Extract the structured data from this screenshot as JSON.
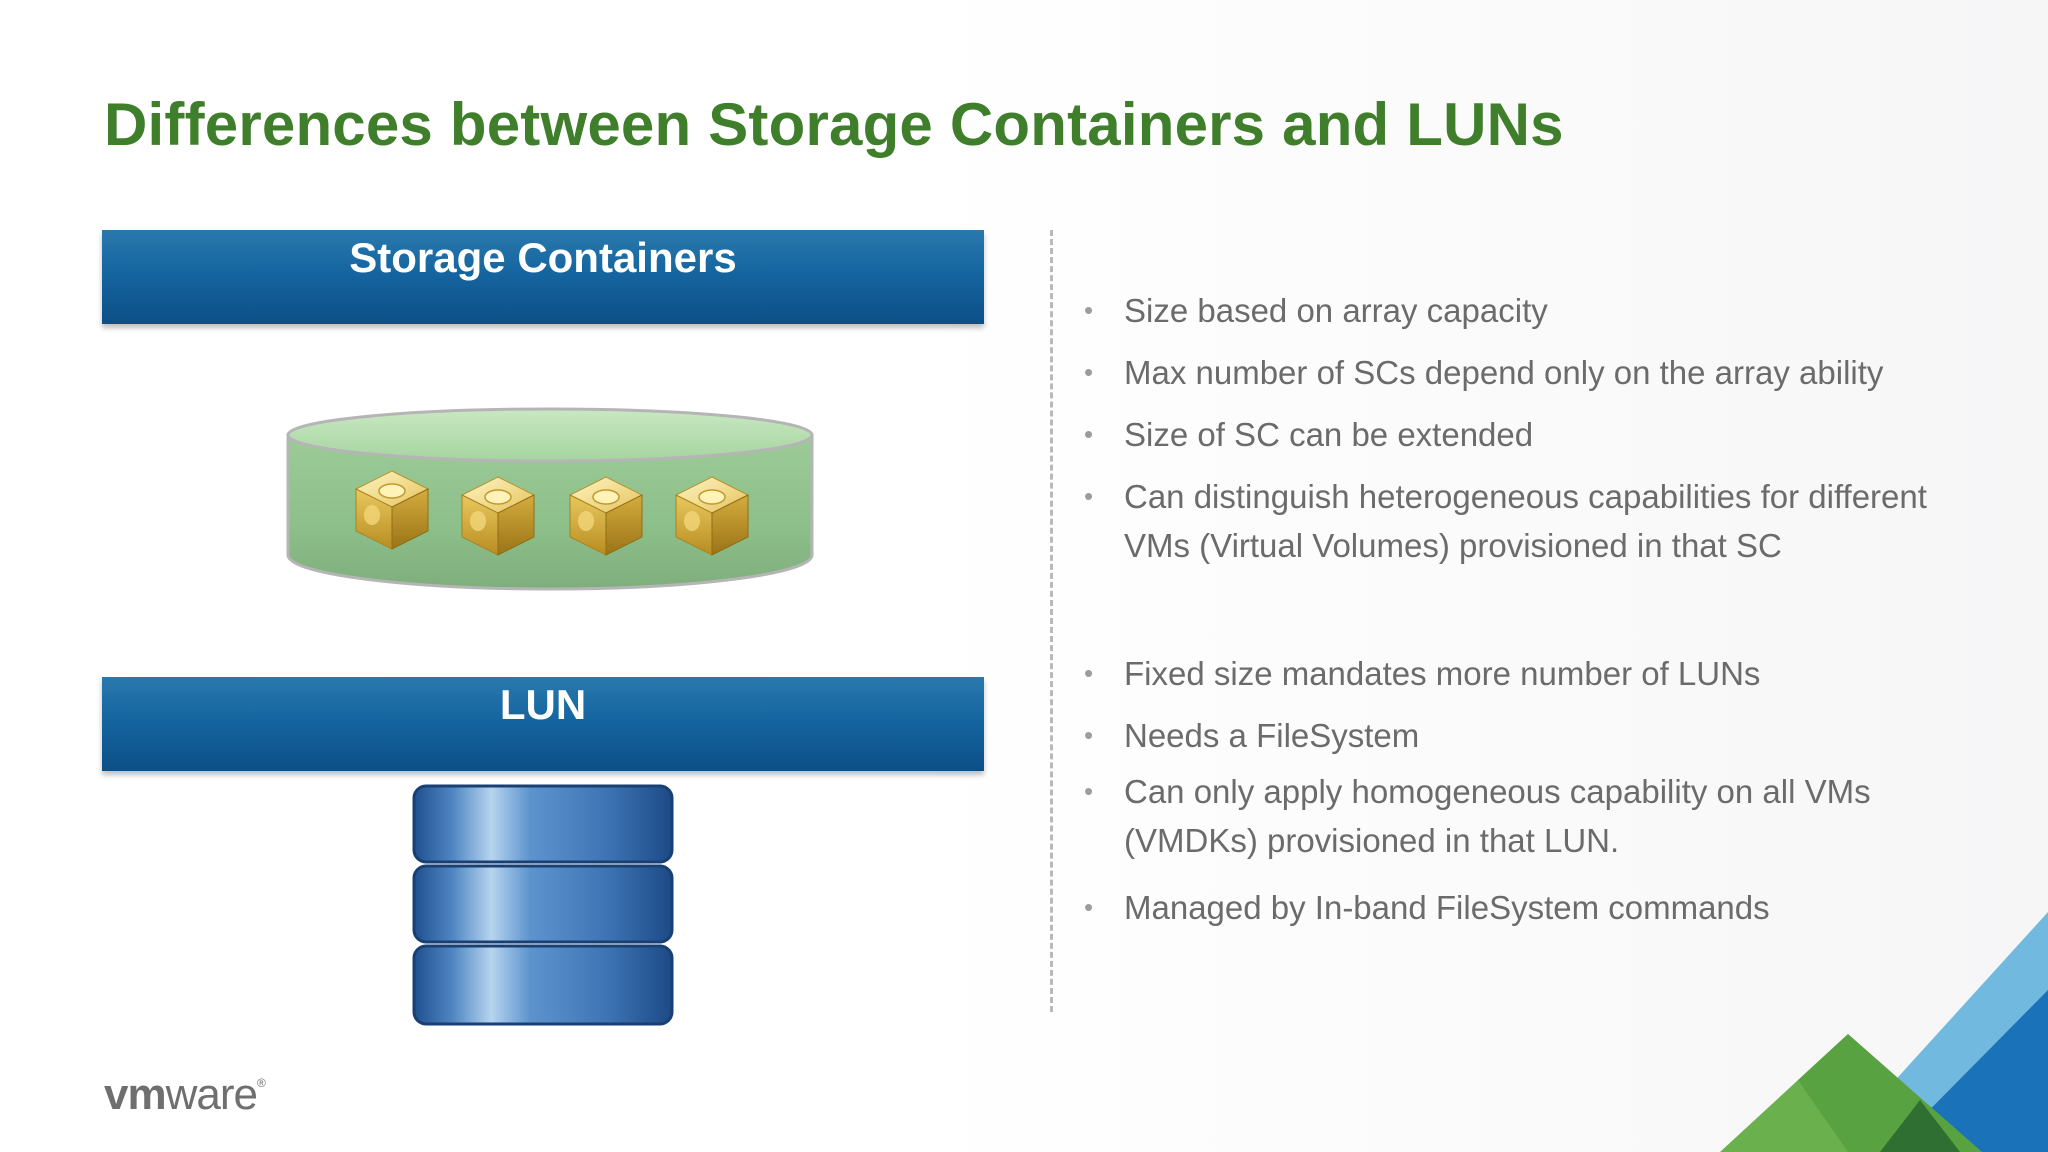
{
  "title": "Differences between Storage Containers and LUNs",
  "storage_containers": {
    "header": "Storage Containers",
    "bullets": [
      "Size based on array capacity",
      "Max number of SCs depend only on the array ability",
      "Size of SC can be extended",
      "Can distinguish heterogeneous capabilities for different VMs (Virtual Volumes) provisioned in that SC"
    ]
  },
  "lun": {
    "header": "LUN",
    "bullets": [
      "Fixed size mandates more number of LUNs",
      "Needs a FileSystem",
      "Can only apply homogeneous capability on all VMs (VMDKs) provisioned in that LUN.",
      "Managed by In-band FileSystem commands"
    ]
  },
  "logo": {
    "bold": "vm",
    "regular": "ware",
    "mark": "®"
  },
  "icons": [
    "storage-container-icon",
    "virtual-volume-icon",
    "lun-disk-stack-icon",
    "bullet-icon"
  ],
  "colors": {
    "title": "#3f7e2a",
    "band": "#1565a0",
    "bullet_text": "#6b6b6b",
    "container": "#a9d4a3",
    "corner_green": "#6ab04c",
    "corner_blue": "#1a73b8"
  }
}
